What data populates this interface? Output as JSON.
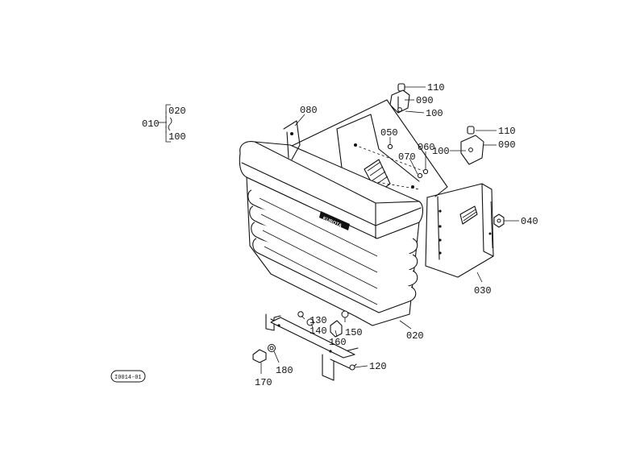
{
  "callouts": {
    "c010": "010",
    "c020_ref": "020",
    "c100_ref": "100",
    "c080": "080",
    "c110a": "110",
    "c090a": "090",
    "c100a": "100",
    "c110b": "110",
    "c090b": "090",
    "c100b": "100",
    "c050": "050",
    "c060": "060",
    "c070": "070",
    "c040": "040",
    "c030": "030",
    "c020": "020",
    "c130": "130",
    "c140": "140",
    "c150": "150",
    "c160": "160",
    "c120": "120",
    "c170": "170",
    "c180": "180"
  },
  "figure_code": "I0014-01",
  "grille_badge": "KUBOTA"
}
